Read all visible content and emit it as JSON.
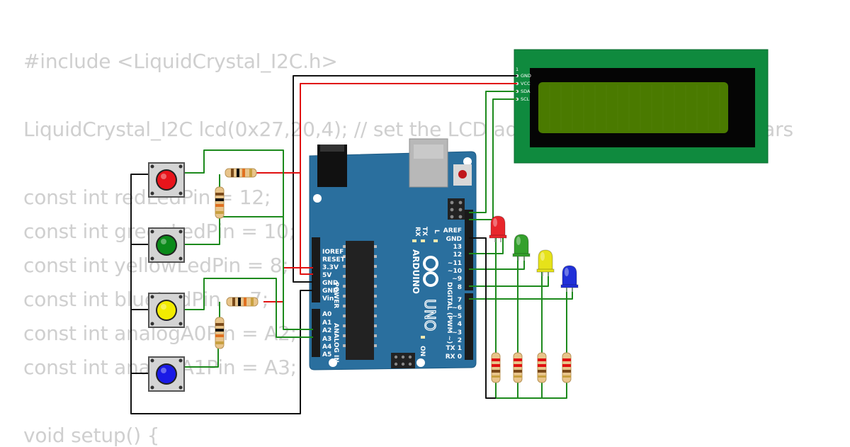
{
  "code_lines": [
    "#include <LiquidCrystal_I2C.h>",
    "LiquidCrystal_I2C lcd(0x27,20,4);  // set the LCD address to 0x27 for a 16 chars",
    "const int redLedPin = 12;",
    "const int greenLedPin = 10;",
    "const int yellowLedPin = 8;",
    "const int blueLedPin = 7;",
    "const int analogA0Pin = A2;",
    "const int analogA1Pin = A3;",
    "void setup() {"
  ],
  "lcd": {
    "pins": [
      "GND",
      "VCC",
      "SDA",
      "SCL"
    ],
    "pin1_label": "1"
  },
  "arduino": {
    "brand": "ARDUINO",
    "model": "UNO",
    "power_header": [
      "IOREF",
      "RESET",
      "3.3V",
      "5V",
      "GND",
      "GND",
      "Vin"
    ],
    "power_title": "POWER",
    "analog_header": [
      "A0",
      "A1",
      "A2",
      "A3",
      "A4",
      "A5"
    ],
    "analog_title": "ANALOG IN",
    "digital_top": [
      "AREF",
      "GND",
      "13",
      "12",
      "~11",
      "~10",
      "~9",
      "8"
    ],
    "digital_bottom": [
      "7",
      "~6",
      "~5",
      "4",
      "~3",
      "2",
      "TX 1",
      "RX 0"
    ],
    "digital_title": "DIGITAL (PWM ~)",
    "tx_label": "TX",
    "rx_label": "RX",
    "l_label": "L",
    "on_label": "ON"
  },
  "buttons": [
    {
      "name": "red",
      "color": "#e8141b"
    },
    {
      "name": "green",
      "color": "#0b8a1a"
    },
    {
      "name": "yellow",
      "color": "#f2ec00"
    },
    {
      "name": "blue",
      "color": "#1a1ae6"
    }
  ],
  "leds": [
    {
      "name": "red",
      "color": "#e8262b"
    },
    {
      "name": "green",
      "color": "#34a02c"
    },
    {
      "name": "yellow",
      "color": "#e6e21a"
    },
    {
      "name": "blue",
      "color": "#2030d8"
    }
  ],
  "colors": {
    "board": "#2a6f9e",
    "lcd_pcb": "#0f8a3e",
    "lcd_screen": "#4a7a00",
    "wire_green": "#1d8a1d",
    "wire_red": "#e01010",
    "wire_black": "#111111"
  }
}
